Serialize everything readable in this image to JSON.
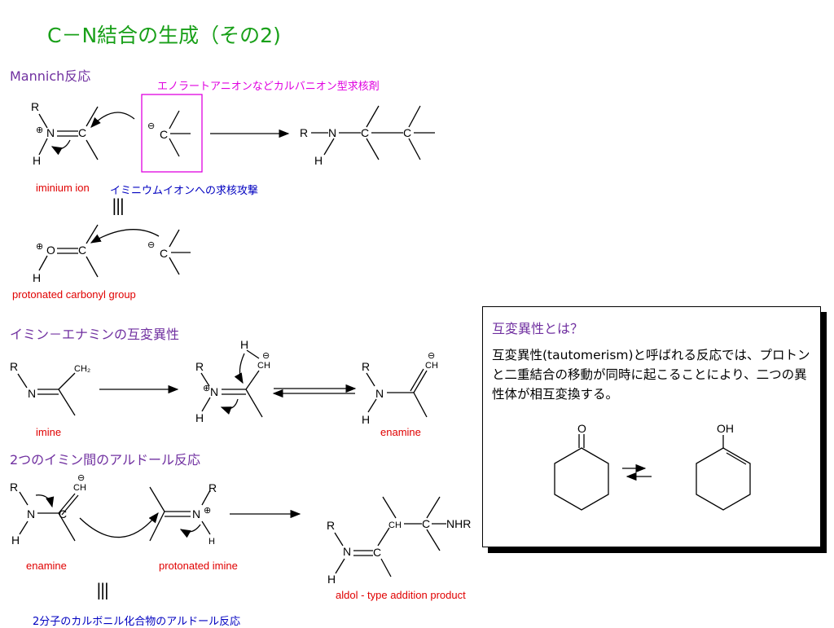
{
  "title": "C－N結合の生成（その2)",
  "mannich": {
    "heading": "Mannich反応",
    "carbanion_label": "エノラートアニオンなどカルバニオン型求核剤",
    "iminium_label": "iminium ion",
    "attack_label": "イミニウムイオンへの求核攻撃",
    "equiv_symbol": "|||",
    "carbonyl_label": "protonated carbonyl group"
  },
  "tautomer": {
    "heading": "イミン－エナミンの互変異性",
    "imine_label": "imine",
    "enamine_label": "enamine"
  },
  "aldol": {
    "heading": "2つのイミン間のアルドール反応",
    "enamine_label": "enamine",
    "protonated_imine_label": "protonated imine",
    "product_label": "aldol - type addition product",
    "equiv_symbol": "|||",
    "footer": "2分子のカルボニル化合物のアルドール反応"
  },
  "info_box": {
    "title": "互変異性とは？",
    "body": "互変異性(tautomerism)と呼ばれる反応では、プロトンと二重結合の移動が同時に起こることにより、二つの異性体が相互変換する。",
    "keto_label": "O",
    "enol_label": "OH"
  },
  "atoms": {
    "R": "R",
    "N": "N",
    "C": "C",
    "H": "H",
    "O": "O",
    "CH": "CH",
    "CH2": "CH₂",
    "NHR": "NHR",
    "plus": "⊕",
    "minus": "⊖"
  },
  "colors": {
    "title": "#19a019",
    "heading": "#7030a0",
    "label_red": "#e00000",
    "label_blue": "#0000c0",
    "label_magenta": "#e000e0"
  }
}
